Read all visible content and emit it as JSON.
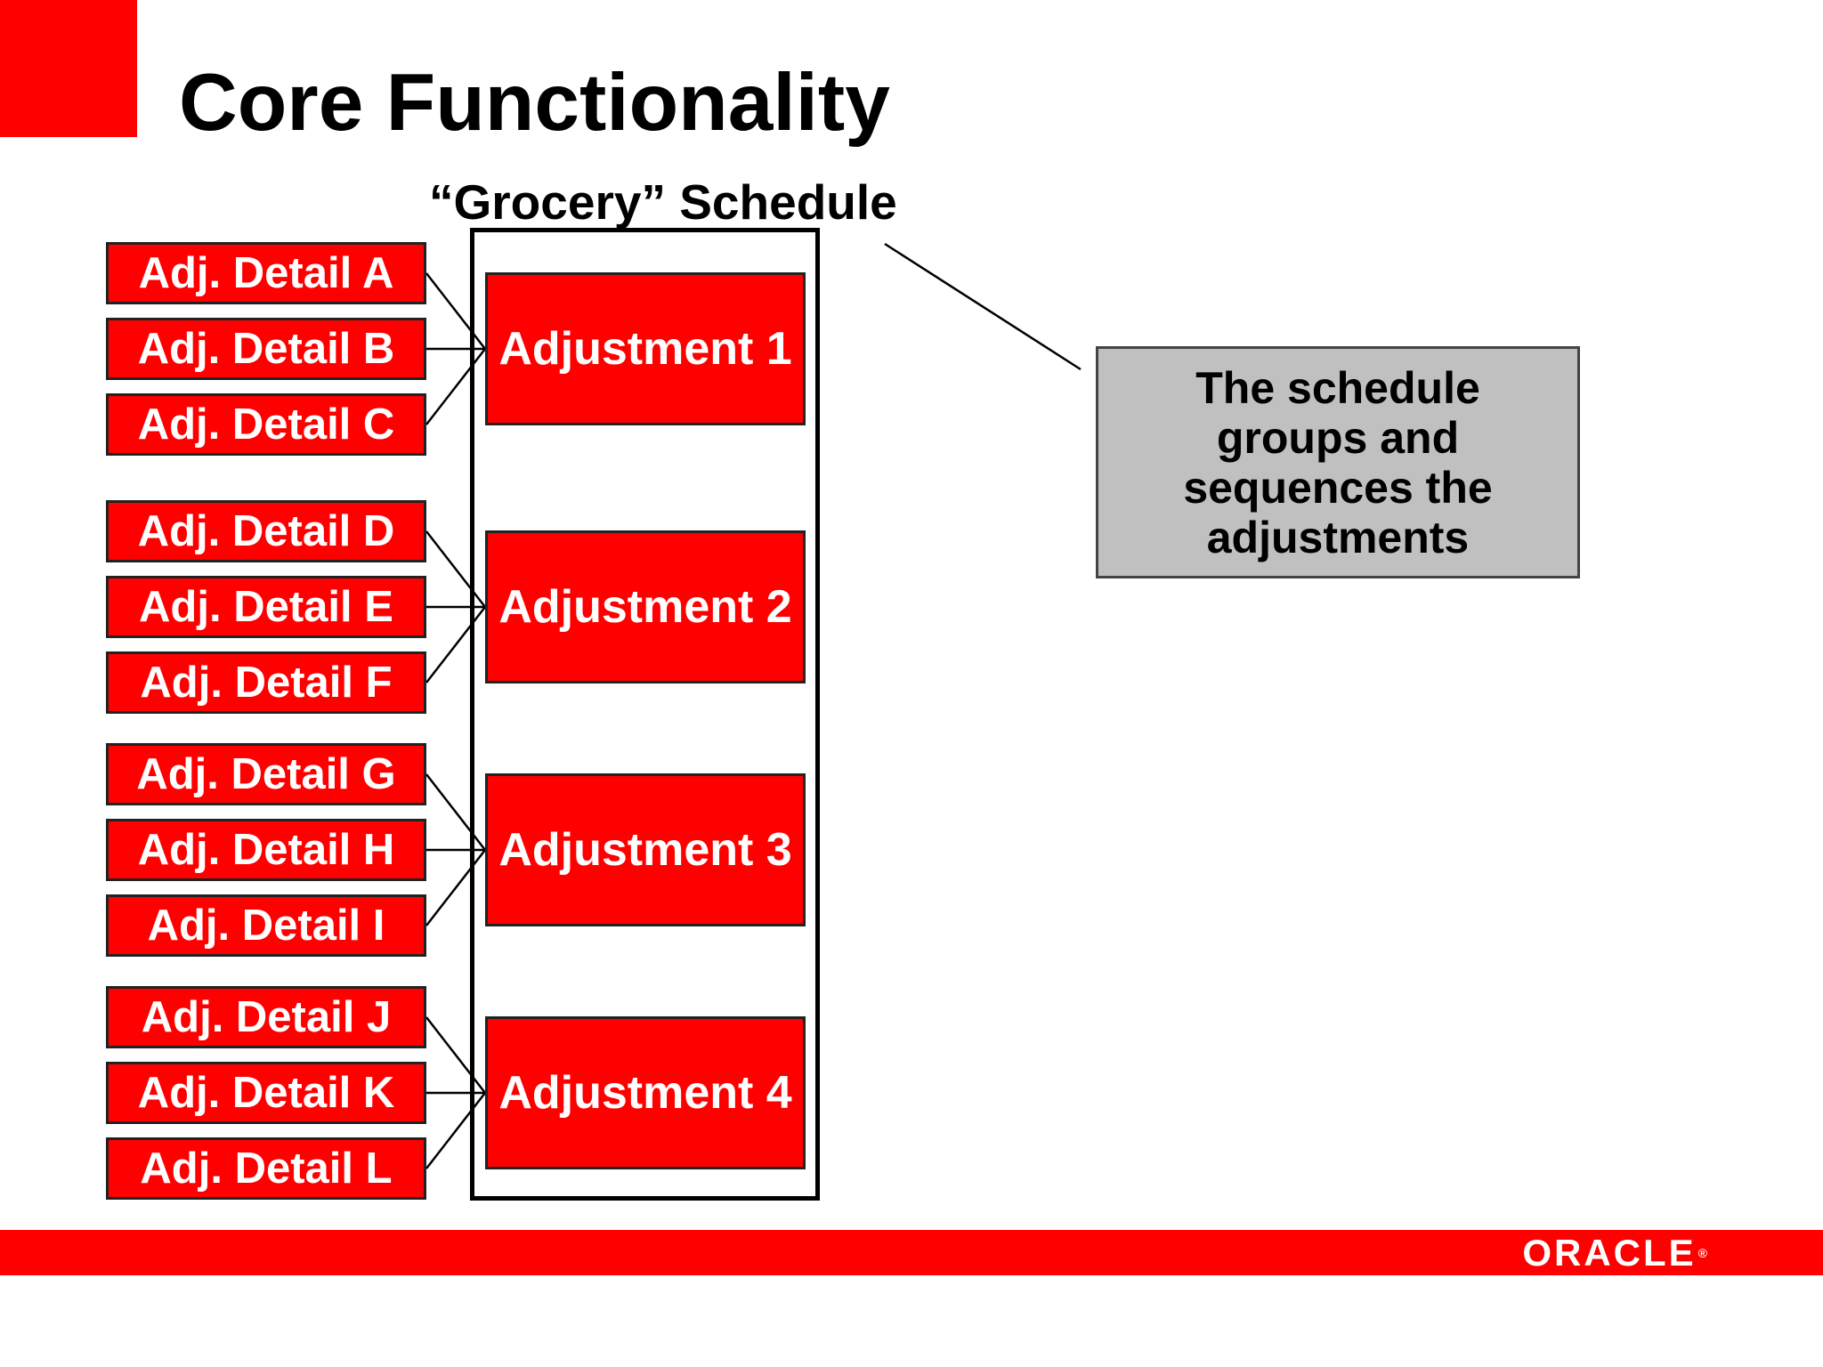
{
  "slide": {
    "title": "Core Functionality",
    "schedule_label": "“Grocery” Schedule",
    "callout_text": "The schedule groups and sequences the adjustments",
    "logo": "ORACLE",
    "logo_mark": "®"
  },
  "adjustments": [
    {
      "label": "Adjustment 1",
      "details": [
        "Adj. Detail A",
        "Adj. Detail B",
        "Adj. Detail C"
      ]
    },
    {
      "label": "Adjustment 2",
      "details": [
        "Adj. Detail D",
        "Adj. Detail E",
        "Adj. Detail F"
      ]
    },
    {
      "label": "Adjustment 3",
      "details": [
        "Adj. Detail G",
        "Adj. Detail H",
        "Adj. Detail I"
      ]
    },
    {
      "label": "Adjustment 4",
      "details": [
        "Adj. Detail J",
        "Adj. Detail K",
        "Adj. Detail L"
      ]
    }
  ],
  "colors": {
    "brand_red": "#ff0000",
    "callout_gray": "#c0c0c0",
    "text_white": "#ffffff",
    "text_black": "#000000"
  }
}
